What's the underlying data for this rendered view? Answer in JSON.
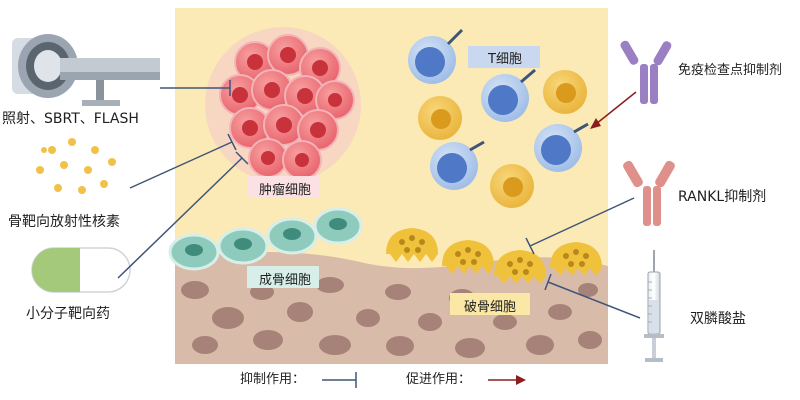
{
  "labels": {
    "radiation": "照射、SBRT、FLASH",
    "radionuclide": "骨靶向放射性核素",
    "small_molecule": "小分子靶向药",
    "tumor_cell": "肿瘤细胞",
    "t_cell": "T细胞",
    "osteoblast": "成骨细胞",
    "osteoclast": "破骨细胞",
    "checkpoint_inhibitor": "免疫检查点抑制剂",
    "rankl_inhibitor": "RANKL抑制剂",
    "bisphosphonate": "双膦酸盐"
  },
  "legend": {
    "inhibit": "抑制作用：",
    "promote": "促进作用："
  },
  "colors": {
    "microenvironment_bg": "#fbeab5",
    "bone": "#d9bba9",
    "bone_pore": "#a27c74",
    "tumor": "#e8606a",
    "t_cell": "#4f78c6",
    "yellow_cell": "#f1c24e",
    "osteoblast": "#8fcbbd",
    "osteoclast": "#f0c23b",
    "inhibit_line": "#3f5577",
    "promote_arrow": "#8b1d1d",
    "antibody_purple": "#9a7fc2",
    "antibody_red": "#e0908a"
  }
}
